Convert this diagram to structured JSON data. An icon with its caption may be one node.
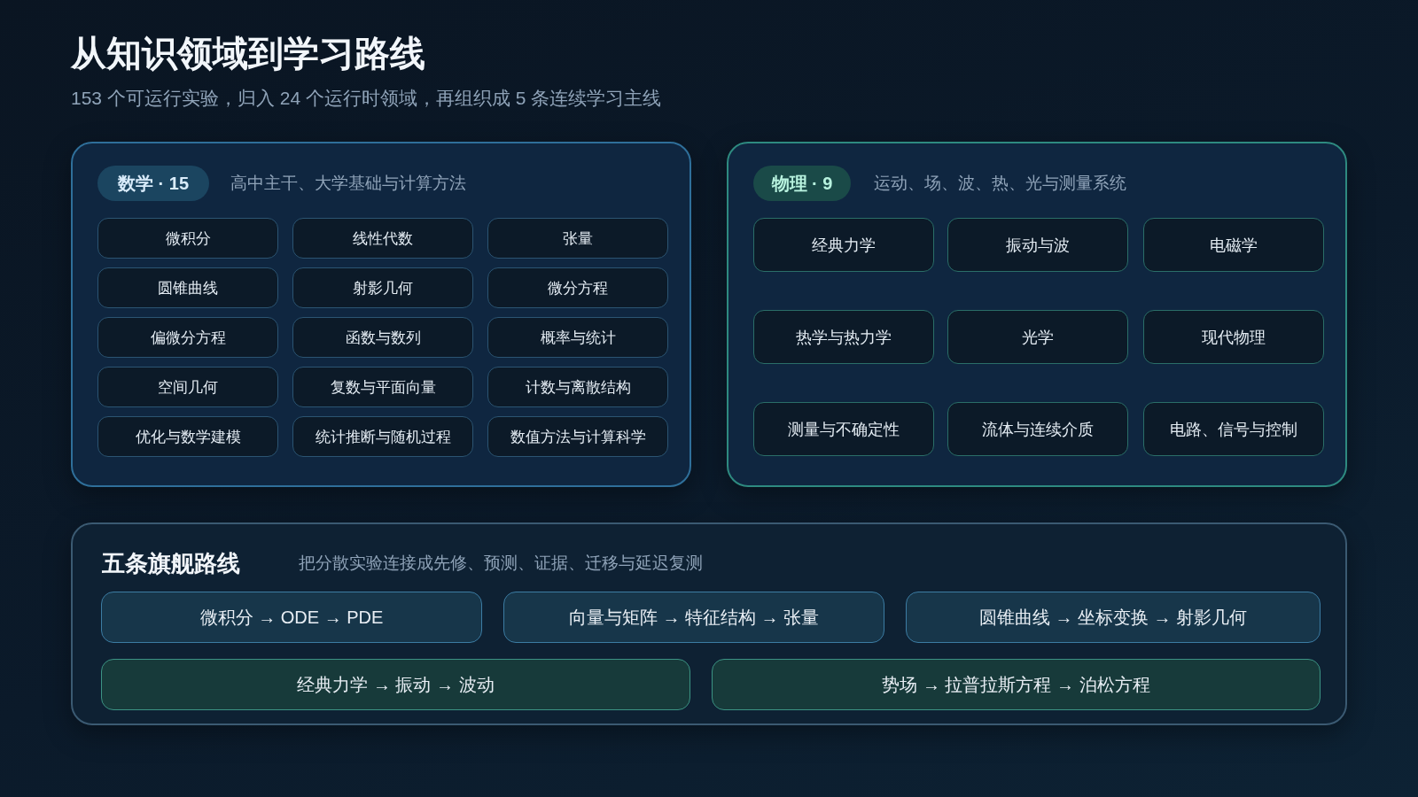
{
  "diagram": {
    "title": "从知识领域到学习路线",
    "nodes": [
      {
        "text": [
          "高中主干、大学基础与计算方法"
        ]
      },
      {
        "text": [
          "数学 · 15"
        ],
        "in": 0
      },
      {
        "text": [
          "微积分"
        ],
        "in": 0
      },
      {
        "text": [
          "线性代数"
        ],
        "in": 0
      },
      {
        "text": [
          "张量"
        ],
        "in": 0
      },
      {
        "text": [
          "圆锥曲线"
        ],
        "in": 0
      },
      {
        "text": [
          "射影几何"
        ],
        "in": 0
      },
      {
        "text": [
          "微分方程"
        ],
        "in": 0
      },
      {
        "text": [
          "偏微分方程"
        ],
        "in": 0
      },
      {
        "text": [
          "函数与数列"
        ],
        "in": 0
      },
      {
        "text": [
          "概率与统计"
        ],
        "in": 0
      },
      {
        "text": [
          "空间几何"
        ],
        "in": 0
      },
      {
        "text": [
          "复数与平面向量"
        ],
        "in": 0
      },
      {
        "text": [
          "计数与离散结构"
        ],
        "in": 0
      },
      {
        "text": [
          "优化与数学建模"
        ],
        "in": 0
      },
      {
        "text": [
          "统计推断与随机过程"
        ],
        "in": 0
      },
      {
        "text": [
          "数值方法与计算科学"
        ],
        "in": 0
      },
      {
        "text": [
          "运动、场、波、热、光与测量系统"
        ]
      },
      {
        "text": [
          "物理 · 9"
        ],
        "in": 17
      },
      {
        "text": [
          "经典力学"
        ],
        "in": 17
      },
      {
        "text": [
          "振动与波"
        ],
        "in": 17
      },
      {
        "text": [
          "电磁学"
        ],
        "in": 17
      },
      {
        "text": [
          "热学与热力学"
        ],
        "in": 17
      },
      {
        "text": [
          "光学"
        ],
        "in": 17
      },
      {
        "text": [
          "现代物理"
        ],
        "in": 17
      },
      {
        "text": [
          "测量与不确定性"
        ],
        "in": 17
      },
      {
        "text": [
          "流体与连续介质"
        ],
        "in": 17
      },
      {
        "text": [
          "电路、信号与控制"
        ],
        "in": 17
      },
      {
        "text": [
          "五条旗舰路线",
          "把分散实验连接成先修、预测、证据、迁移与延迟复测"
        ]
      },
      {
        "text": [
          "微积分 → ODE → PDE"
        ],
        "in": 28
      },
      {
        "text": [
          "向量与矩阵 → 特征结构 → 张量"
        ],
        "in": 28
      },
      {
        "text": [
          "圆锥曲线 → 坐标变换 → 射影几何"
        ],
        "in": 28
      },
      {
        "text": [
          "经典力学 → 振动 → 波动"
        ],
        "in": 28
      },
      {
        "text": [
          "势场 → 拉普拉斯方程 → 泊松方程"
        ],
        "in": 28
      }
    ],
    "labels": [
      "153 个可运行实验，归入 24 个运行时领域，再组织成 5 条连续学习主线"
    ]
  }
}
